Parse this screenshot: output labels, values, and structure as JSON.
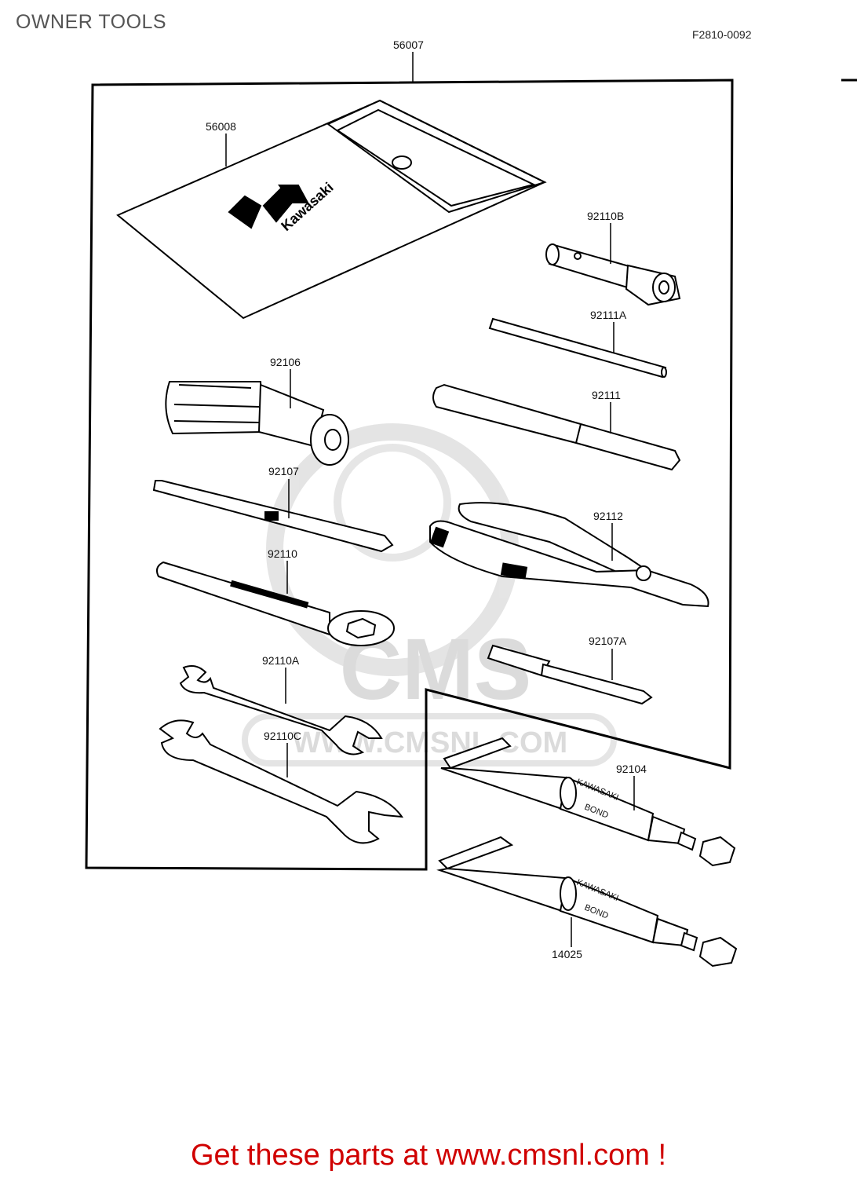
{
  "header": {
    "title": "OWNER TOOLS",
    "figure_ref": "F2810-0092"
  },
  "parts": [
    {
      "number": "56007"
    },
    {
      "number": "56008"
    },
    {
      "number": "92110B"
    },
    {
      "number": "92111A"
    },
    {
      "number": "92106"
    },
    {
      "number": "92111"
    },
    {
      "number": "92107"
    },
    {
      "number": "92112"
    },
    {
      "number": "92110"
    },
    {
      "number": "92107A"
    },
    {
      "number": "92110A"
    },
    {
      "number": "92110C"
    },
    {
      "number": "92104"
    },
    {
      "number": "14025"
    }
  ],
  "markings": {
    "pouch_brand": "Kawasaki",
    "tube_text_1": "KAWASAKI",
    "tube_text_2": "BOND"
  },
  "watermark": {
    "brand": "CMS",
    "url": "WWW.CMSNL.COM"
  },
  "footer": {
    "promo": "Get these parts at www.cmsnl.com !"
  }
}
